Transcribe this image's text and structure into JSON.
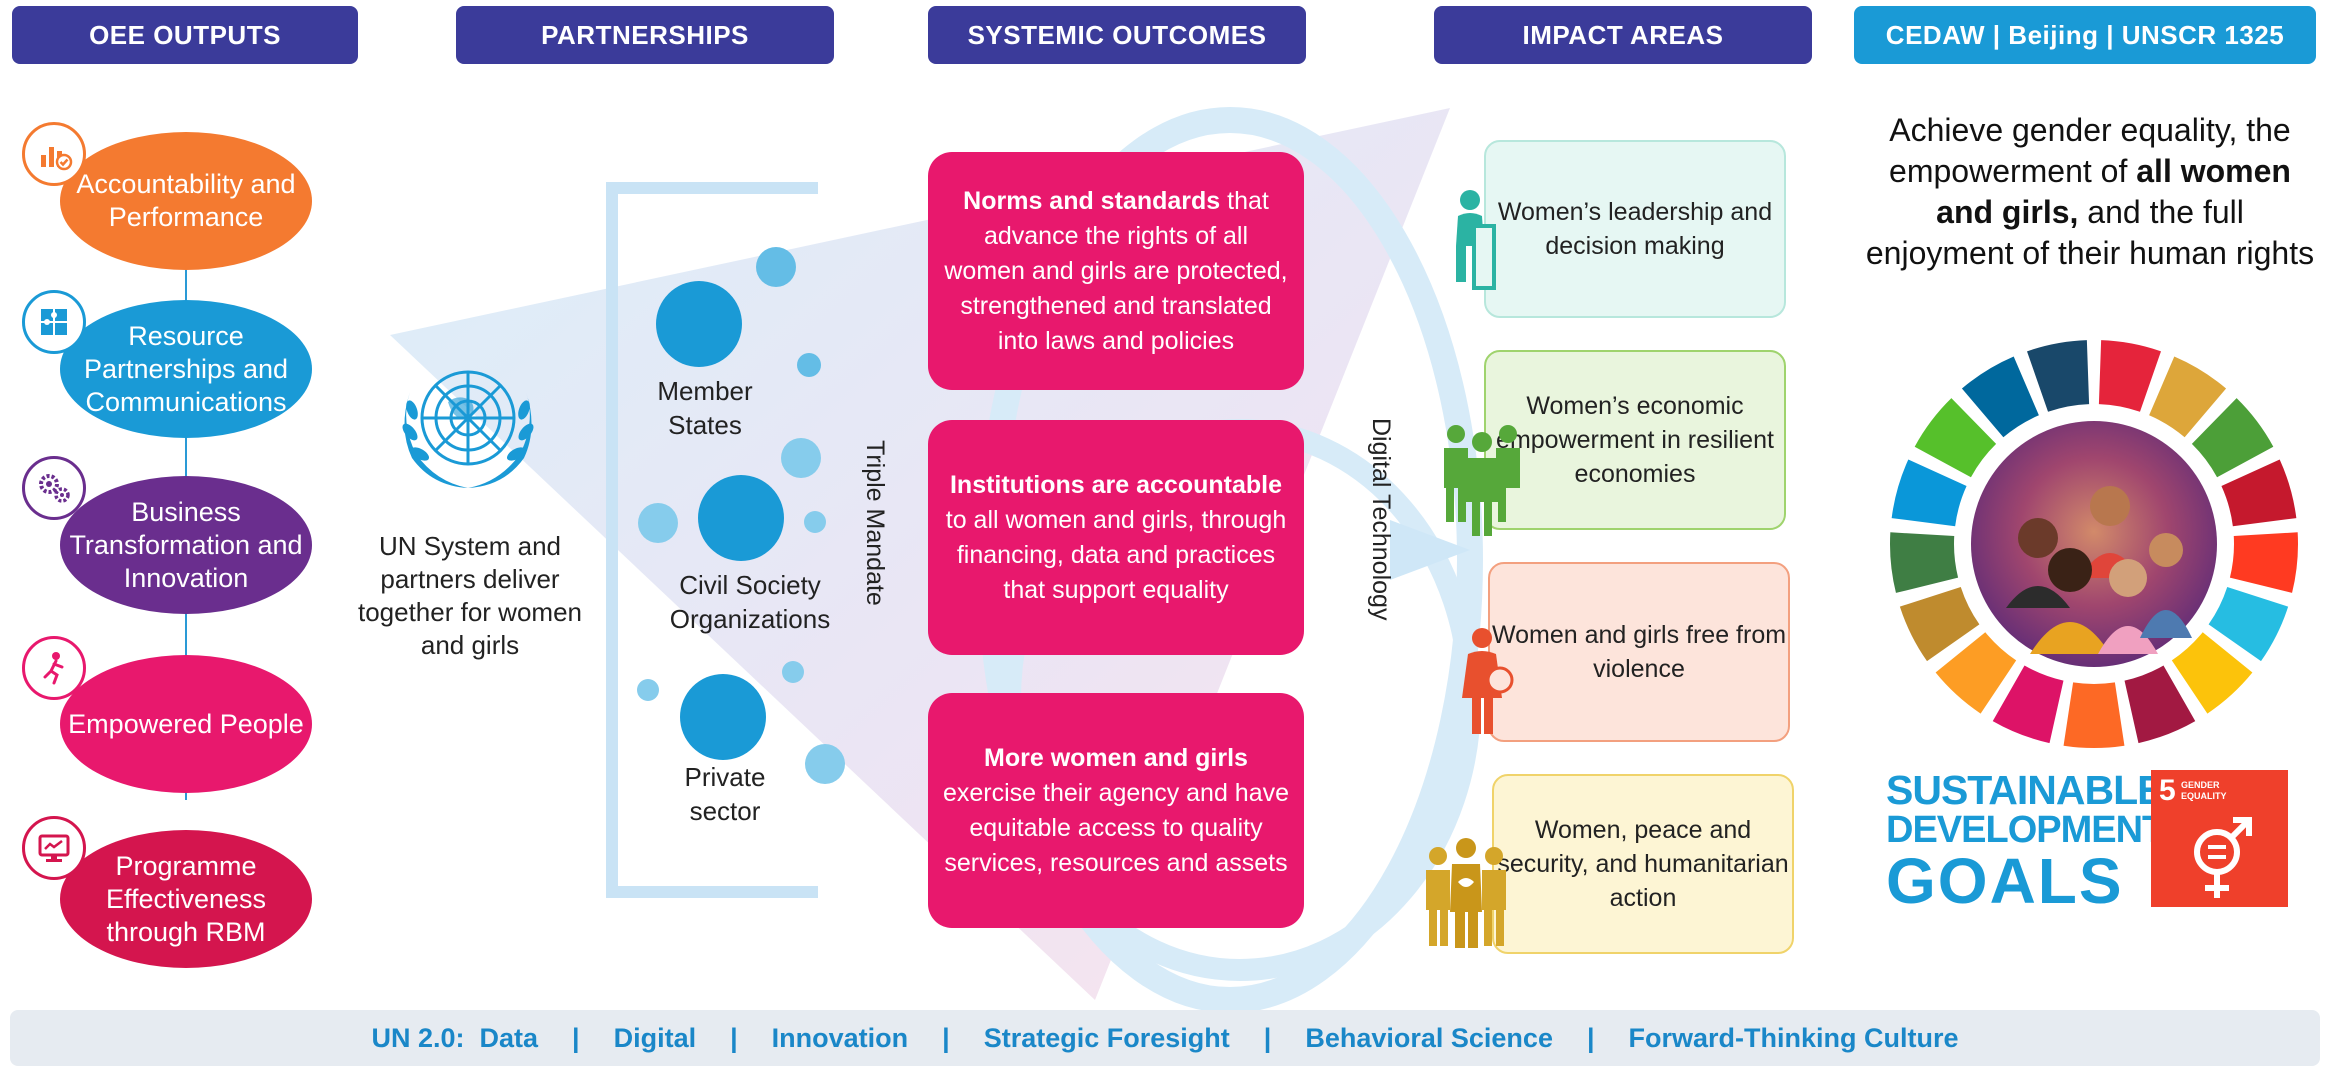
{
  "headers": {
    "oee_outputs": "OEE OUTPUTS",
    "partnerships": "PARTNERSHIPS",
    "systemic_outcomes": "SYSTEMIC OUTCOMES",
    "impact_areas": "IMPACT AREAS",
    "frameworks": "CEDAW | Beijing | UNSCR 1325"
  },
  "oee_outputs": [
    {
      "label": "Accountability and Performance",
      "color": "#f47a30",
      "icon": "chart-check-icon"
    },
    {
      "label": "Resource Partnerships and Communications",
      "color": "#1a9ad6",
      "icon": "puzzle-icon"
    },
    {
      "label": "Business Transformation and Innovation",
      "color": "#6a2e8e",
      "icon": "gears-icon"
    },
    {
      "label": "Empowered People",
      "color": "#e8186d",
      "icon": "person-running-icon"
    },
    {
      "label": "Programme Effectiveness through RBM",
      "color": "#d4154e",
      "icon": "monitor-icon"
    }
  ],
  "un_system": {
    "text": "UN System and partners deliver together for women and girls"
  },
  "partners": {
    "member_states": "Member States",
    "civil_society": "Civil Society Organizations",
    "private_sector": "Private sector"
  },
  "triple_mandate": "Triple Mandate",
  "digital_technology": "Digital Technology",
  "systemic_outcomes": [
    {
      "bold": "Norms and standards",
      "rest": " that advance the rights of all women and girls are protected, strengthened and translated into laws and policies"
    },
    {
      "bold": "Institutions are accountable",
      "rest": " to all women and girls, through financing, data and practices that support equality"
    },
    {
      "bold": "More women and girls",
      "rest": " exercise their agency and have equitable access to quality services, resources and assets"
    }
  ],
  "impact_areas": [
    {
      "label": "Women’s leadership and decision making",
      "bg": "#e6f7f3",
      "border": "#b7e7dc",
      "icon_color": "#2bb3a3"
    },
    {
      "label": "Women’s economic empowerment in resilient economies",
      "bg": "#e9f5dd",
      "border": "#9fd36d",
      "icon_color": "#56a83a"
    },
    {
      "label": "Women and girls free from violence",
      "bg": "#fde4db",
      "border": "#f3a07f",
      "icon_color": "#e8502e"
    },
    {
      "label": "Women, peace and security, and humanitarian action",
      "bg": "#fdf5d4",
      "border": "#f0d36a",
      "icon_color": "#d4a62a"
    }
  ],
  "goal": {
    "pre": "Achieve gender equality, the empowerment of ",
    "bold": "all women and girls,",
    "post": " and the full enjoyment of their human rights"
  },
  "sdg": {
    "line1": "SUSTAINABLE",
    "line2": "DEVELOPMENT",
    "line3": "GOALS",
    "goal5_number": "5",
    "goal5_title_1": "GENDER",
    "goal5_title_2": "EQUALITY"
  },
  "bottom_bar": {
    "items": [
      "UN 2.0:  Data",
      "Digital",
      "Innovation",
      "Strategic Foresight",
      "Behavioral Science",
      "Forward-Thinking Culture"
    ],
    "separator": "|"
  },
  "colors": {
    "navy": "#3b3b9a",
    "blue": "#1a9ad6",
    "pink": "#e8186d",
    "link_blue": "#1a87c8"
  }
}
